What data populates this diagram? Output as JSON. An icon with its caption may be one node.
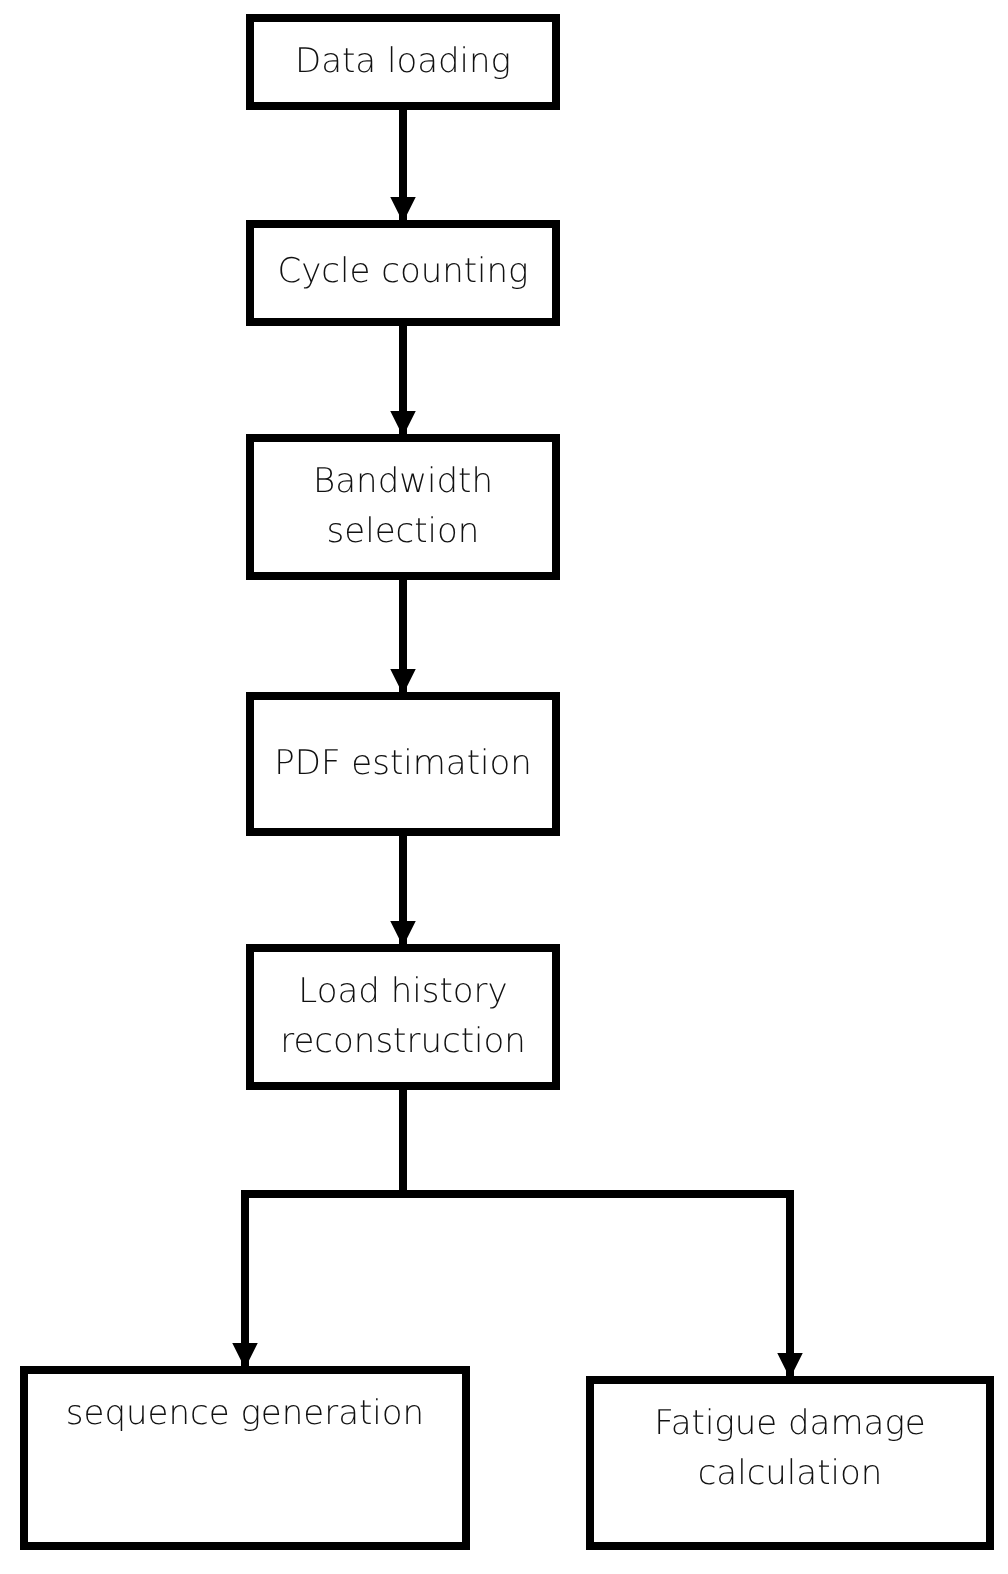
{
  "diagram": {
    "nodes": [
      {
        "text": [
          "Data loading"
        ]
      },
      {
        "text": [
          "Cycle counting"
        ]
      },
      {
        "text": [
          "Bandwidth selection"
        ]
      },
      {
        "text": [
          "PDF estimation"
        ]
      },
      {
        "text": [
          "Load history reconstruction"
        ]
      },
      {
        "text": [
          "sequence generation"
        ]
      },
      {
        "text": [
          "Fatigue damage calculation"
        ]
      }
    ],
    "edges": [
      {
        "from": 0,
        "to": 1,
        "arrow": "to"
      },
      {
        "from": 1,
        "to": 2,
        "arrow": "to"
      },
      {
        "from": 2,
        "to": 3,
        "arrow": "to"
      },
      {
        "from": 3,
        "to": 4,
        "arrow": "to"
      },
      {
        "from": 4,
        "to": 5,
        "arrow": "to"
      },
      {
        "from": 4,
        "to": 6,
        "arrow": "to"
      }
    ]
  }
}
